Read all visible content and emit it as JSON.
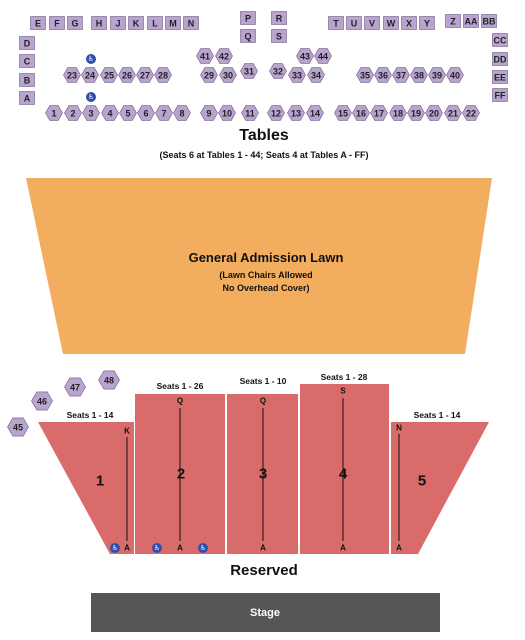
{
  "tables": {
    "title": "Tables",
    "subtitle": "(Seats 6 at Tables 1 - 44; Seats 4 at Tables A - FF)",
    "square_tables": [
      "E",
      "F",
      "G",
      "H",
      "J",
      "K",
      "L",
      "M",
      "N",
      "P",
      "Q",
      "R",
      "S",
      "T",
      "U",
      "V",
      "W",
      "X",
      "Y",
      "Z",
      "AA",
      "BB",
      "D",
      "C",
      "B",
      "A",
      "CC",
      "DD",
      "EE",
      "FF"
    ],
    "hex_tables": [
      "1",
      "2",
      "3",
      "4",
      "5",
      "6",
      "7",
      "8",
      "9",
      "10",
      "11",
      "12",
      "13",
      "14",
      "15",
      "16",
      "17",
      "18",
      "19",
      "20",
      "21",
      "22",
      "23",
      "24",
      "25",
      "26",
      "27",
      "28",
      "29",
      "30",
      "31",
      "32",
      "33",
      "34",
      "35",
      "36",
      "37",
      "38",
      "39",
      "40",
      "41",
      "42",
      "43",
      "44"
    ]
  },
  "lawn": {
    "title": "General Admission Lawn",
    "note1": "(Lawn Chairs Allowed",
    "note2": "No Overhead Cover)",
    "color": "#f2ad5e"
  },
  "extra_tables": [
    "45",
    "46",
    "47",
    "48"
  ],
  "reserved": {
    "title": "Reserved",
    "color": "#d96b6b",
    "sections": [
      {
        "number": "1",
        "seats": "Seats 1 - 14",
        "top_row": "K",
        "bottom_row": "A"
      },
      {
        "number": "2",
        "seats": "Seats 1 - 26",
        "top_row": "Q",
        "bottom_row": "A"
      },
      {
        "number": "3",
        "seats": "Seats 1 - 10",
        "top_row": "Q",
        "bottom_row": "A"
      },
      {
        "number": "4",
        "seats": "Seats 1 - 28",
        "top_row": "S",
        "bottom_row": "A"
      },
      {
        "number": "5",
        "seats": "Seats 1 - 14",
        "top_row": "N",
        "bottom_row": "A"
      }
    ]
  },
  "stage": {
    "label": "Stage",
    "color": "#555555"
  },
  "icons": {
    "accessible": "wheelchair-icon",
    "accessible_color": "#2f4fb0"
  }
}
